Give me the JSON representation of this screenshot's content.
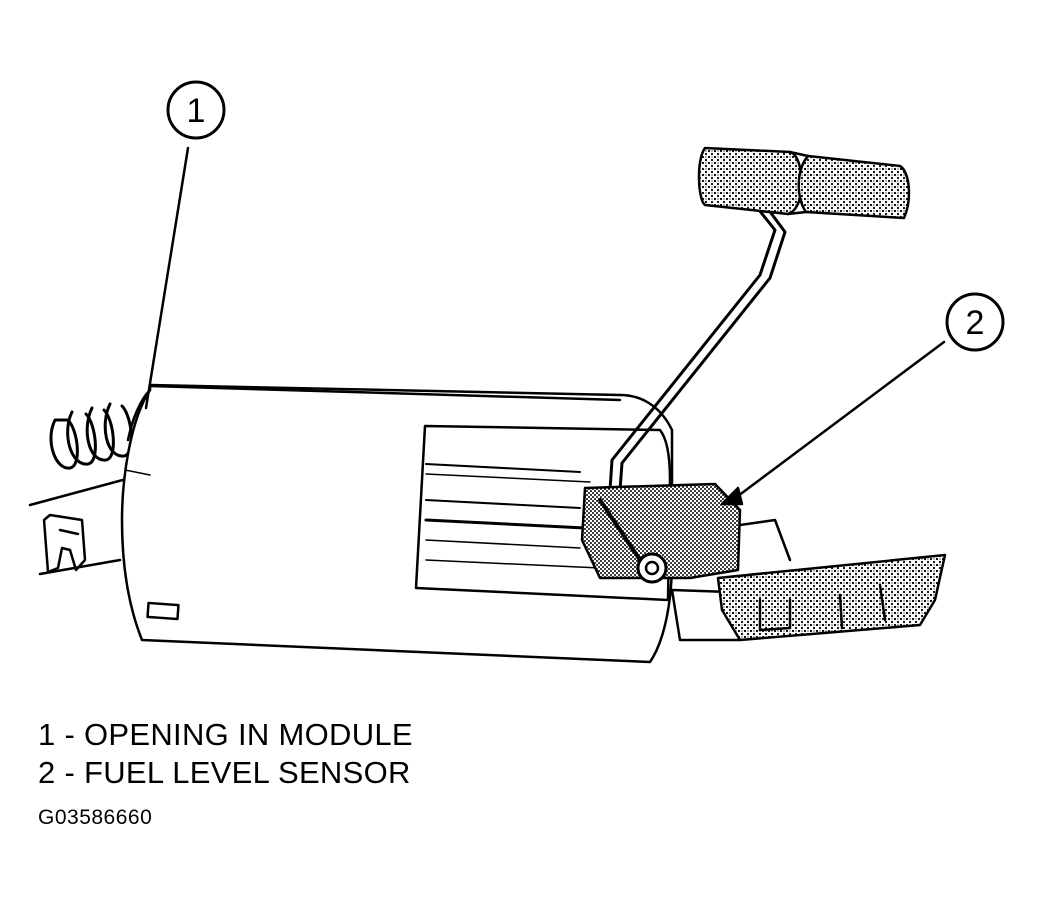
{
  "callouts": [
    {
      "number": "1",
      "label": "OPENING IN MODULE"
    },
    {
      "number": "2",
      "label": "FUEL LEVEL SENSOR"
    }
  ],
  "legend": [
    "1 - OPENING IN MODULE",
    "2 - FUEL LEVEL SENSOR"
  ],
  "figure_id": "G03586660"
}
